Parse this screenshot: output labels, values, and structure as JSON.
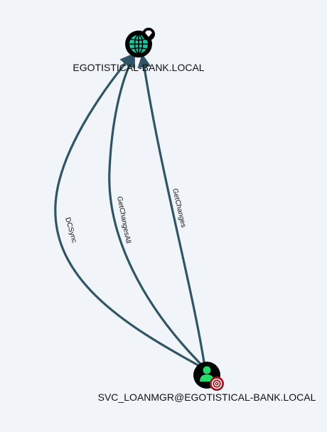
{
  "colors": {
    "background": "#f1f5fa",
    "edge": "#2f5566",
    "node_fill": "#000000",
    "domain_icon": "#18c5a0",
    "user_icon": "#22dd6a",
    "owned_badge": "#a0141e",
    "highvalue_badge": "#000000"
  },
  "graph": {
    "nodes": [
      {
        "id": "domain",
        "type": "domain",
        "label": "EGOTISTICAL-BANK.LOCAL",
        "icon": "globe-icon",
        "badge": "high-value-diamond-icon"
      },
      {
        "id": "user",
        "type": "user",
        "label": "SVC_LOANMGR@EGOTISTICAL-BANK.LOCAL",
        "icon": "user-icon",
        "badge": "owned-target-icon"
      }
    ],
    "edges": [
      {
        "id": "dcsync",
        "label": "DCSync",
        "source": "user",
        "target": "domain"
      },
      {
        "id": "getchangesall",
        "label": "GetChangesAll",
        "source": "user",
        "target": "domain"
      },
      {
        "id": "getchanges",
        "label": "GetChanges",
        "source": "user",
        "target": "domain"
      }
    ]
  }
}
